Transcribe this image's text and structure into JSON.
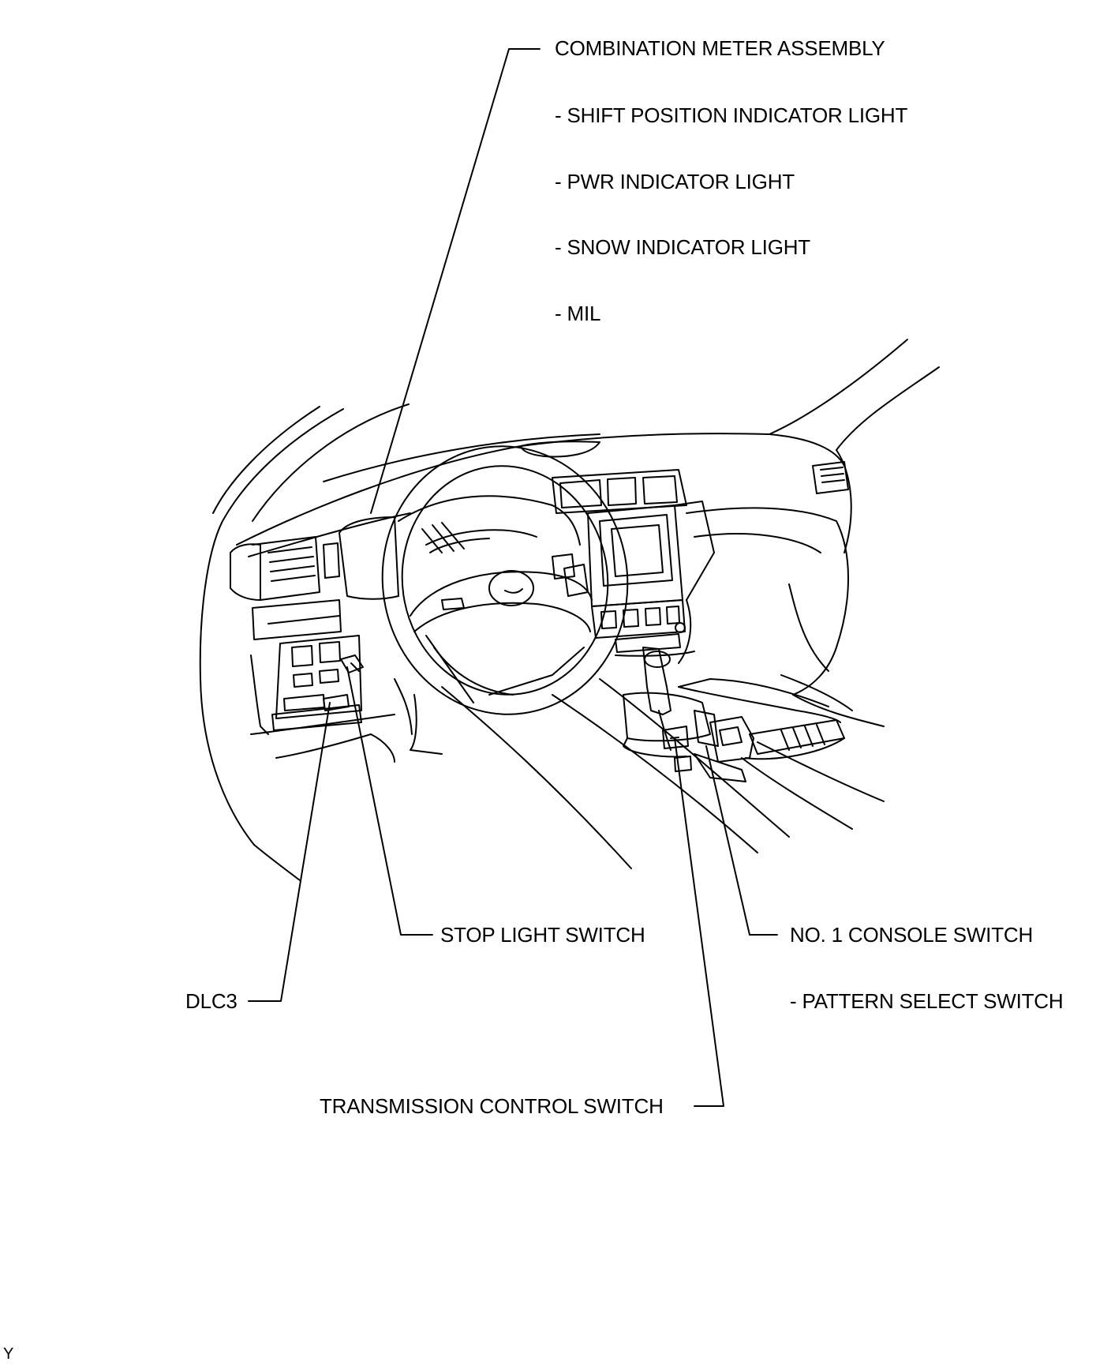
{
  "labels": {
    "combination_meter": "COMBINATION METER ASSEMBLY",
    "meter_items": [
      "- SHIFT POSITION INDICATOR LIGHT",
      "- PWR INDICATOR LIGHT",
      "- SNOW INDICATOR LIGHT",
      "- MIL"
    ],
    "stop_light_switch": "STOP LIGHT SWITCH",
    "console_switch": "NO. 1 CONSOLE SWITCH",
    "console_items": [
      "- PATTERN SELECT SWITCH"
    ],
    "dlc3": "DLC3",
    "transmission_control_switch": "TRANSMISSION CONTROL SWITCH",
    "figure_id": "Y"
  },
  "style": {
    "line_color": "#000000",
    "background": "#ffffff"
  }
}
